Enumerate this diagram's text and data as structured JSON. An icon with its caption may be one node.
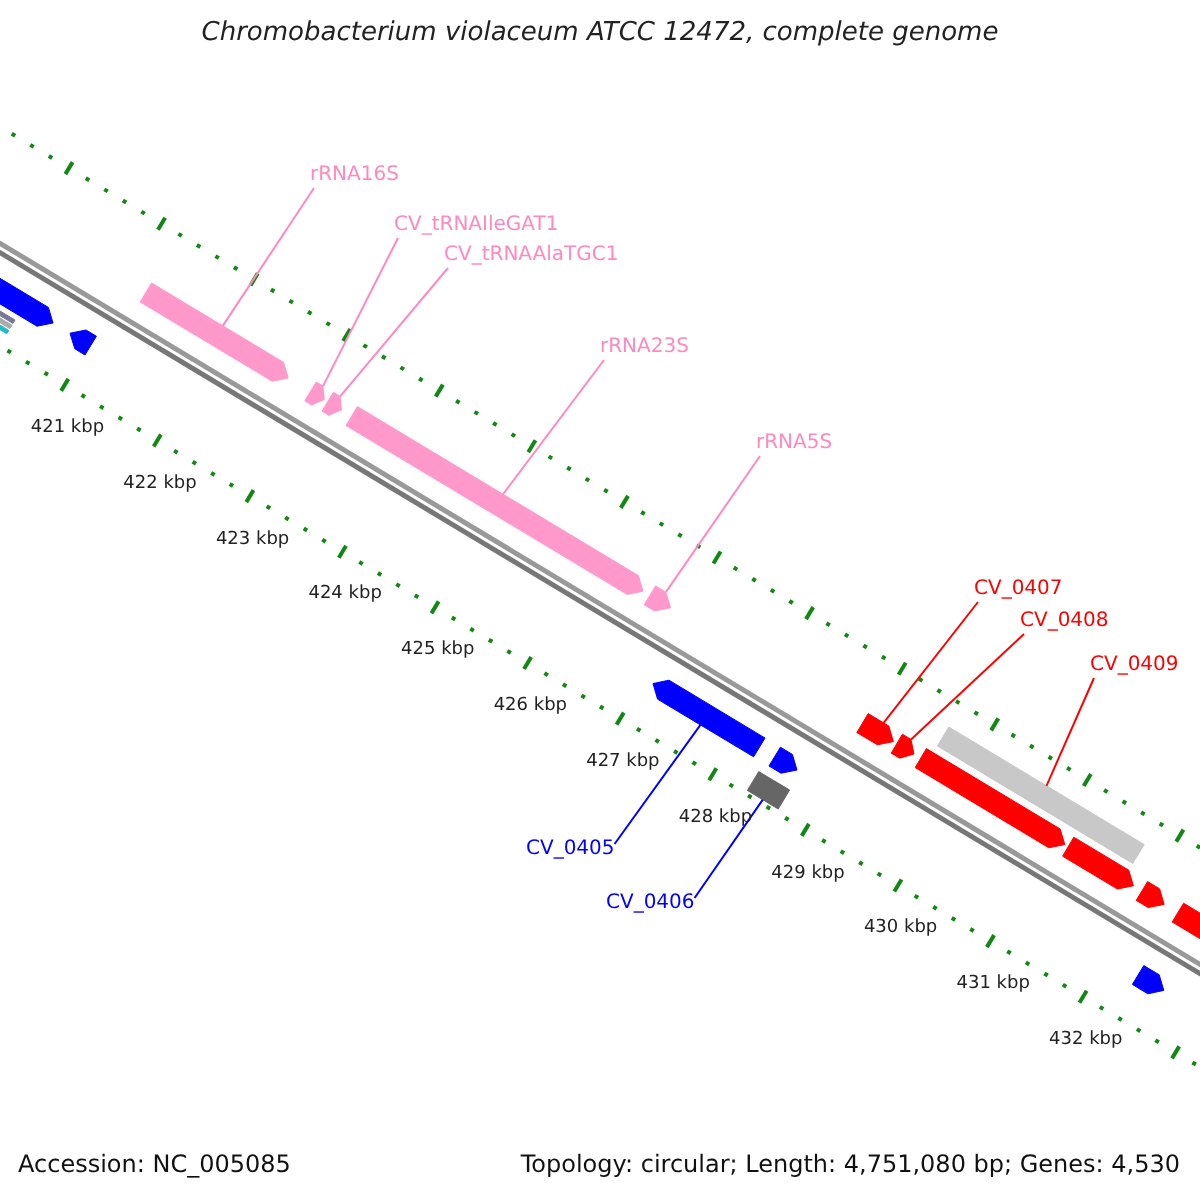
{
  "diagram": {
    "title": "Chromobacterium violaceum ATCC 12472, complete genome",
    "nodes": [
      {
        "text": [
          "rRNA16S"
        ]
      },
      {
        "text": [
          "CV_tRNAIleGAT1"
        ]
      },
      {
        "text": [
          "CV_tRNAAlaTGC1"
        ]
      },
      {
        "text": [
          "rRNA23S"
        ]
      },
      {
        "text": [
          "rRNA5S"
        ]
      },
      {
        "text": [
          "CV_0407"
        ]
      },
      {
        "text": [
          "CV_0408"
        ]
      },
      {
        "text": [
          "CV_0409"
        ]
      },
      {
        "text": [
          "CV_0405"
        ]
      },
      {
        "text": [
          "CV_0406"
        ]
      },
      {
        "text": [],
        "shape": "bar"
      },
      {
        "text": [],
        "shape": "bar"
      },
      {
        "text": [],
        "shape": "bar"
      },
      {
        "text": [],
        "shape": "arrow"
      },
      {
        "text": [],
        "shape": "arrow"
      },
      {
        "text": [],
        "shape": "arrow"
      },
      {
        "text": [],
        "shape": "arrow"
      },
      {
        "text": [],
        "shape": "arrow"
      },
      {
        "text": [],
        "shape": "arrow"
      },
      {
        "text": [],
        "shape": "arrow"
      },
      {
        "text": [],
        "shape": "arrow"
      },
      {
        "text": [],
        "shape": "box"
      },
      {
        "text": [],
        "shape": "arrow"
      },
      {
        "text": [],
        "shape": "arrow"
      },
      {
        "text": [],
        "shape": "arrow"
      },
      {
        "text": [],
        "shape": "arrow"
      },
      {
        "text": [],
        "shape": "bar"
      },
      {
        "text": [],
        "shape": "arrow"
      },
      {
        "text": [],
        "shape": "arrow"
      },
      {
        "text": [],
        "shape": "arrow"
      },
      {
        "text": [],
        "shape": "arrow"
      }
    ],
    "edges": [
      {
        "from": 0,
        "to": 15,
        "arrow": "none"
      },
      {
        "from": 1,
        "to": 16,
        "arrow": "none"
      },
      {
        "from": 2,
        "to": 17,
        "arrow": "none"
      },
      {
        "from": 3,
        "to": 18,
        "arrow": "none"
      },
      {
        "from": 4,
        "to": 19,
        "arrow": "none"
      },
      {
        "from": 5,
        "to": 23,
        "arrow": "none",
        "color": "#ff0000"
      },
      {
        "from": 6,
        "to": 24,
        "arrow": "none",
        "color": "#ff0000"
      },
      {
        "from": 7,
        "to": 26,
        "arrow": "none",
        "color": "#ff0000"
      },
      {
        "from": 8,
        "to": 20,
        "arrow": "none",
        "color": "#0000ff"
      },
      {
        "from": 9,
        "to": 21,
        "arrow": "none",
        "color": "#0000ff"
      }
    ],
    "labels": [
      "421 kbp",
      "422 kbp",
      "423 kbp",
      "424 kbp",
      "425 kbp",
      "426 kbp",
      "427 kbp",
      "428 kbp",
      "429 kbp",
      "430 kbp",
      "431 kbp",
      "432 kbp",
      "Accession: NC_005085",
      "Topology: circular; Length: 4,751,080 bp; Genes: 4,530"
    ]
  }
}
